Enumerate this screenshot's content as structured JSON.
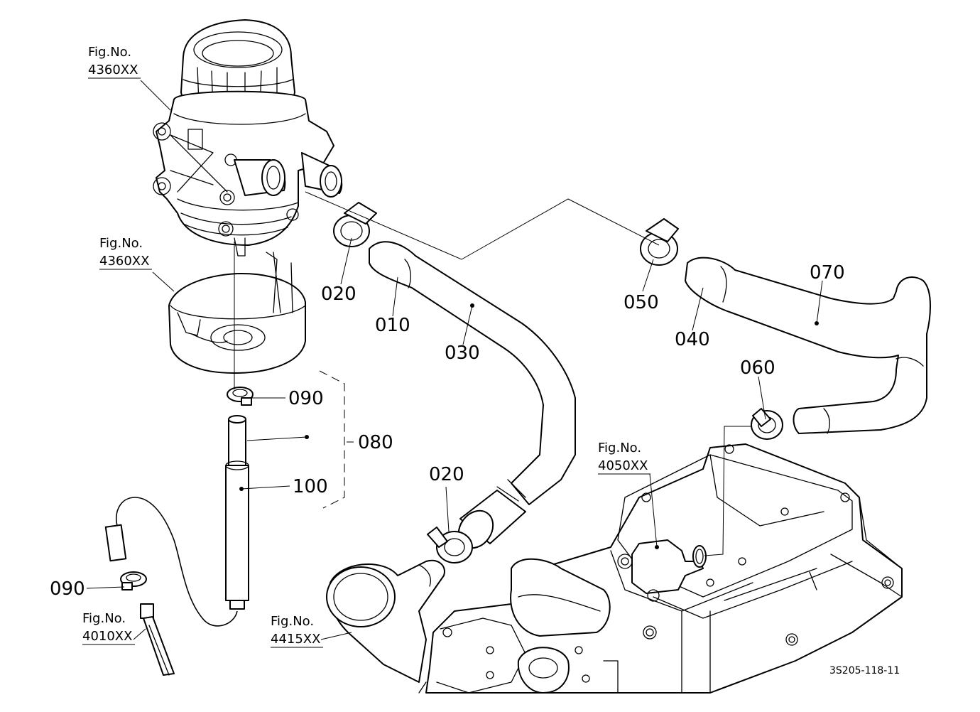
{
  "figure": {
    "document_id": "3S205-118-11",
    "callouts": {
      "p010": "010",
      "p020_top": "020",
      "p020_bottom": "020",
      "p030": "030",
      "p040": "040",
      "p050": "050",
      "p060": "060",
      "p070": "070",
      "p080": "080",
      "p090_top": "090",
      "p090_left": "090",
      "p100": "100"
    },
    "figure_refs": [
      {
        "label": "Fig.No.",
        "number": "4360XX"
      },
      {
        "label": "Fig.No.",
        "number": "4360XX"
      },
      {
        "label": "Fig.No.",
        "number": "4050XX"
      },
      {
        "label": "Fig.No.",
        "number": "4010XX"
      },
      {
        "label": "Fig.No.",
        "number": "4415XX"
      }
    ]
  }
}
